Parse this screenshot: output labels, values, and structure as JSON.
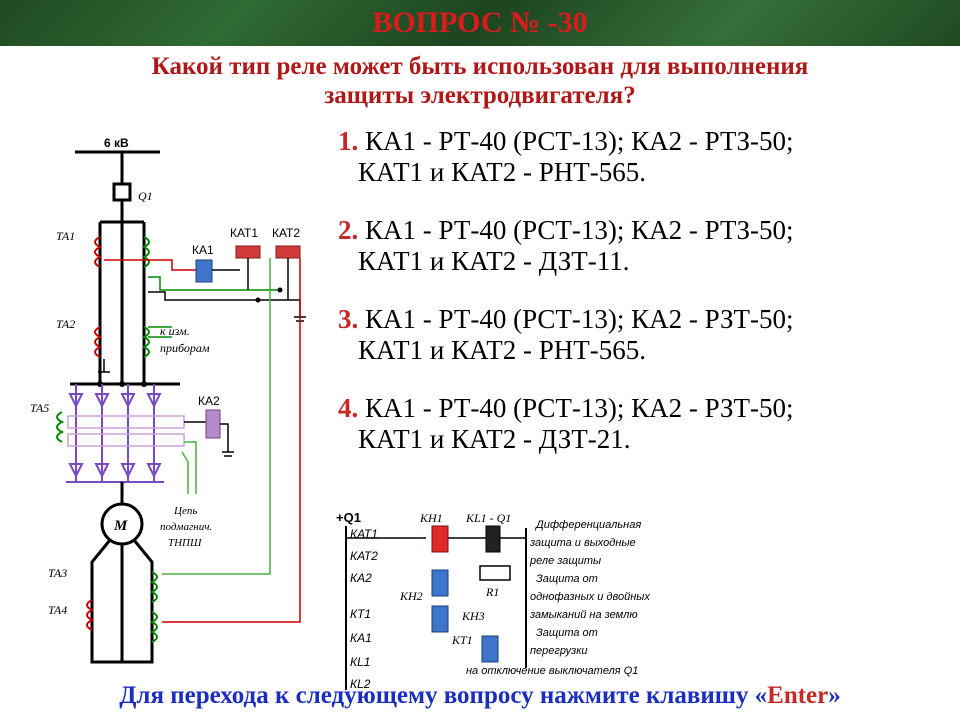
{
  "header": {
    "title": "ВОПРОС  № -30"
  },
  "question": {
    "line1": "Какой тип реле может быть использован для выполнения",
    "line2": "защиты электродвигателя?"
  },
  "answers": [
    {
      "num": "1.",
      "l1": "КА1 - РТ-40 (РСТ-13); КА2 - РТЗ-50;",
      "l2": "КАТ1 и КАТ2 - РНТ-565."
    },
    {
      "num": "2.",
      "l1": "КА1 - РТ-40 (РСТ-13); КА2 - РТЗ-50;",
      "l2": "КАТ1 и КАТ2 - ДЗТ-11."
    },
    {
      "num": "3.",
      "l1": "КА1 - РТ-40 (РСТ-13); КА2 - РЗТ-50;",
      "l2": "КАТ1 и КАТ2 - РНТ-565."
    },
    {
      "num": "4.",
      "l1": "КА1 - РТ-40 (РСТ-13); КА2 - РЗТ-50;",
      "l2": "КАТ1 и КАТ2 - ДЗТ-21."
    }
  ],
  "diagram": {
    "voltage": "6 кВ",
    "q1": "Q1",
    "ta1": "ТА1",
    "ta2": "ТА2",
    "ta5": "ТА5",
    "ta3": "ТА3",
    "ta4": "ТА4",
    "ka1": "КА1",
    "ka2": "КА2",
    "kat1": "КАТ1",
    "kat2": "КАТ2",
    "meters1": "к изм.",
    "meters2": "приборам",
    "motor": "М",
    "exc1": "Цепь",
    "exc2": "подмагнич.",
    "exc3": "ТНПШ"
  },
  "logic": {
    "bus": "+Q1",
    "kh1": "КН1",
    "kl1q1": "КL1 - Q1",
    "kh2": "КН2",
    "kh3": "КН3",
    "r1": "R1",
    "kt1c": "КТ1",
    "contacts": [
      "КАТ1",
      "КАТ2",
      "КА2",
      "КТ1",
      "КА1",
      "КL1",
      "КL2"
    ],
    "d1": "Дифференциальная",
    "d2": "защита и выходные",
    "d3": "реле защиты",
    "d4": "Защита от",
    "d5": "однофазных и двойных",
    "d6": "замыканий на землю",
    "d7": "Защита от",
    "d8": "перегрузки",
    "trip": "на отключение выключателя Q1"
  },
  "footer": {
    "text": "Для перехода к следующему вопросу нажмите клавишу «",
    "key": "Enter",
    "end": "»"
  }
}
